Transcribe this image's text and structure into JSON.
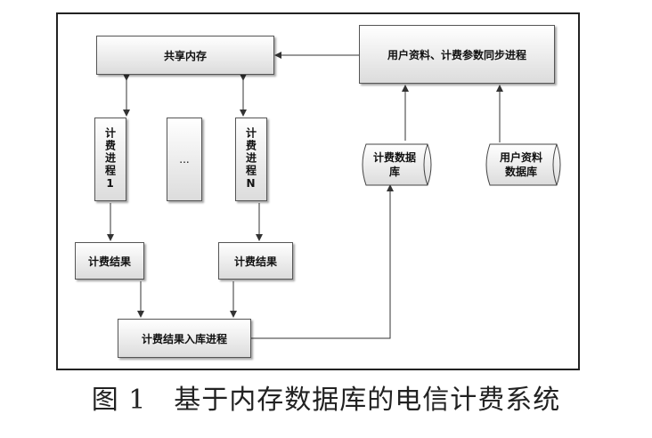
{
  "nodes": {
    "shared_memory": "共享内存",
    "sync_process": "用户资料、计费参数同步进程",
    "billing_process_1": "计费进程1",
    "ellipsis": "...",
    "billing_process_n": "计费进程N",
    "billing_db": "计费数据库",
    "user_db": "用户资料数据库",
    "billing_result_1": "计费结果",
    "billing_result_2": "计费结果",
    "result_store_process": "计费结果入库进程"
  },
  "caption": "图 1　基于内存数据库的电信计费系统"
}
